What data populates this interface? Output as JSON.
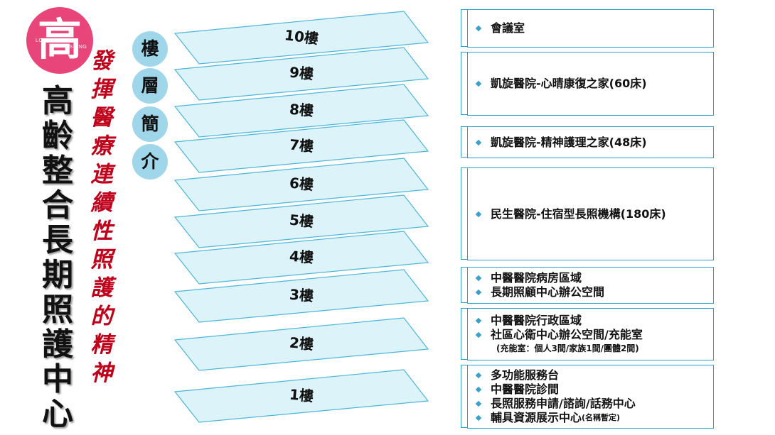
{
  "logo": {
    "char": "高",
    "love": "LOVE",
    "kao": "KAO",
    "hsiung": "HSIUNG"
  },
  "title": [
    "高",
    "齡",
    "整",
    "合",
    "長",
    "期",
    "照",
    "護",
    "中",
    "心"
  ],
  "slogan": [
    "發",
    "揮",
    "醫",
    "療",
    "連",
    "續",
    "性",
    "照",
    "護",
    "的",
    "精",
    "神"
  ],
  "intro": [
    "樓",
    "層",
    "簡",
    "介"
  ],
  "floors": [
    "10樓",
    "9樓",
    "8樓",
    "7樓",
    "6樓",
    "5樓",
    "4樓",
    "3樓",
    "2樓",
    "1樓"
  ],
  "boxes": [
    {
      "items": [
        "會議室"
      ]
    },
    {
      "items": [
        "凱旋醫院-心晴康復之家(60床)"
      ]
    },
    {
      "items": [
        "凱旋醫院-精神護理之家(48床)"
      ]
    },
    {
      "items": [
        "民生醫院-住宿型長照機構(180床)"
      ]
    },
    {
      "items": [
        "中醫醫院病房區域",
        "長期照顧中心辦公空間"
      ]
    },
    {
      "items": [
        "中醫醫院行政區域",
        "社區心衛中心辦公空間/充能室"
      ],
      "note": "(充能室：個人3間/家族1間/團體2間)"
    },
    {
      "items": [
        "多功能服務台",
        "中醫醫院診間",
        "長照服務申請/諮詢/話務中心",
        "輔具資源展示中心"
      ],
      "suffix": "(名稱暫定)"
    }
  ],
  "colors": {
    "accent": "#2aa0cc",
    "floor_fill": "#ddf3fa",
    "slogan": "#c0001b",
    "logo": "#e8457a",
    "circle": "#9fd6ea"
  }
}
